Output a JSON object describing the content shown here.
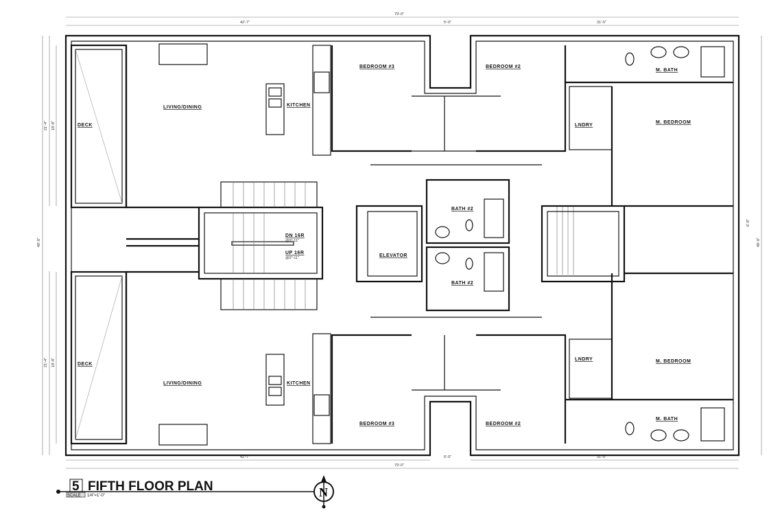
{
  "title": {
    "number": "5",
    "name": "FIFTH FLOOR PLAN",
    "scale_label": "SCALE",
    "scale_value": "1/4\"=1'-0\"",
    "north": "N"
  },
  "dimensions": {
    "overall": "79'-0\"",
    "left_wing": "42'-7\"",
    "gap": "5'-0\"",
    "right_wing": "31'-5\"",
    "depth": "48'-0\"",
    "deck_height": "21'-4\"",
    "deck_inner": "18'-8\"",
    "corridor": "6'-8\""
  },
  "rooms": {
    "deck": "DECK",
    "living": "LIVING/DINING",
    "kitchen": "KITCHEN",
    "bedroom3": "BEDROOM #3",
    "bedroom2": "BEDROOM #2",
    "mbath": "M. BATH",
    "mbedroom": "M. BEDROOM",
    "laundry": "LNDRY",
    "bath2": "BATH #2",
    "elevator": "ELEVATOR"
  },
  "stair": {
    "down": "DN 16R",
    "down_rise": "@9\"-11\"",
    "up": "UP 16R",
    "up_rise": "@9\"-11\""
  }
}
